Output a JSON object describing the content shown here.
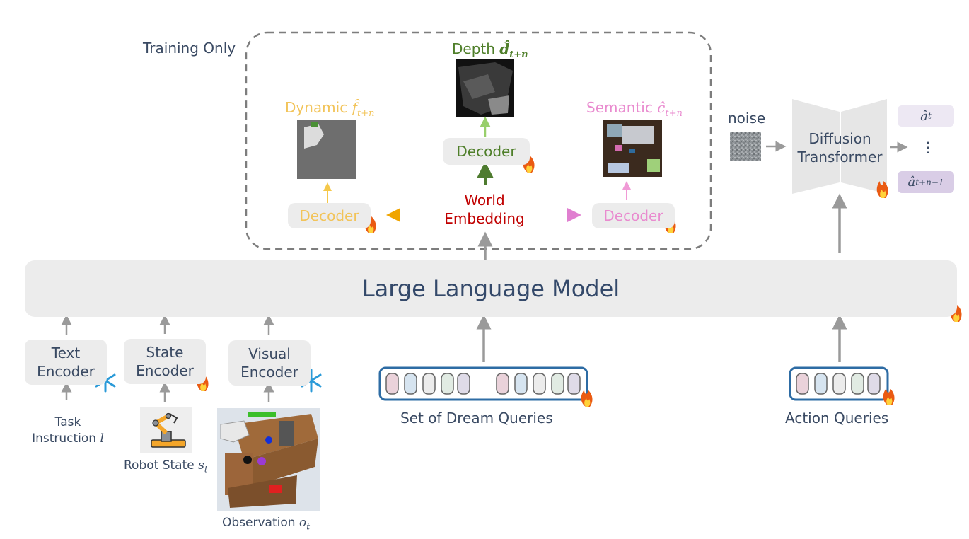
{
  "training": {
    "label": "Training Only"
  },
  "depth": {
    "label": "Depth",
    "sym": "d̂",
    "sub": "t+n"
  },
  "dynamic": {
    "label": "Dynamic",
    "sym": "f̂",
    "sub": "t+n"
  },
  "semantic": {
    "label": "Semantic",
    "sym": "ĉ",
    "sub": "t+n"
  },
  "decoder_label": "Decoder",
  "world_embedding": {
    "line1": "World",
    "line2": "Embedding"
  },
  "noise": "noise",
  "diffusion": {
    "line1": "Diffusion",
    "line2": "Transformer"
  },
  "actions": {
    "first": "â",
    "first_sub": "t",
    "dots": "⋮",
    "last": "â",
    "last_sub": "t+n−1"
  },
  "llm": "Large Language Model",
  "text_encoder": {
    "line1": "Text",
    "line2": "Encoder"
  },
  "state_encoder": {
    "line1": "State",
    "line2": "Encoder"
  },
  "visual_encoder": {
    "line1": "Visual",
    "line2": "Encoder"
  },
  "task": {
    "line1": "Task",
    "line2": "Instruction",
    "sym": "l"
  },
  "robot_state": {
    "label": "Robot State",
    "sym": "s",
    "sub": "t"
  },
  "observation": {
    "label": "Observation",
    "sym": "o",
    "sub": "t"
  },
  "dream_queries": "Set of Dream Queries",
  "action_queries": "Action Queries",
  "colors": {
    "depth": "#4f7f2a",
    "dynamic": "#f2c45a",
    "semantic": "#e98bcf",
    "world": "#c00000",
    "text": "#3a4a63",
    "box": "#ececec",
    "queries_border": "#2e6ca4"
  }
}
